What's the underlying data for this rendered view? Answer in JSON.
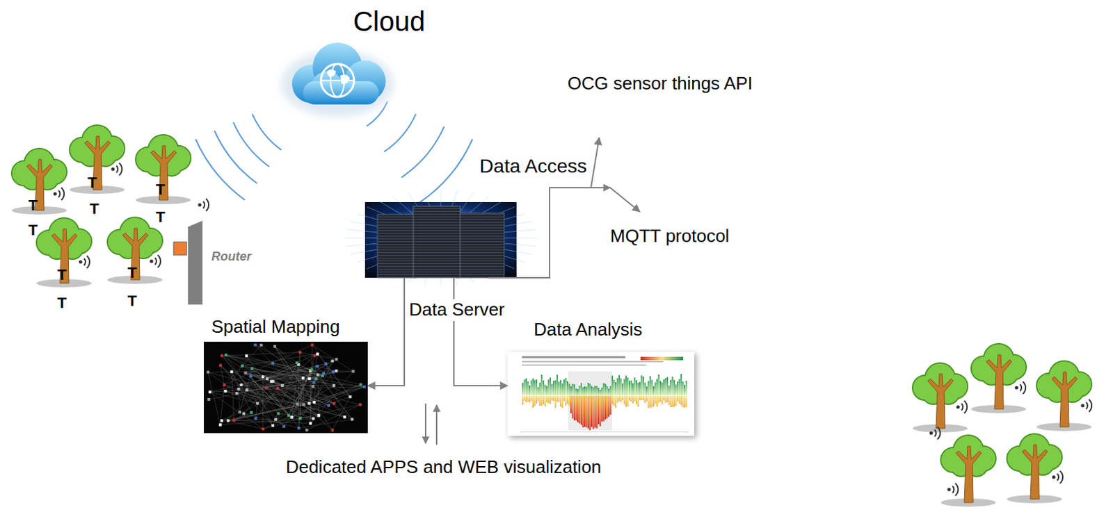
{
  "diagram": {
    "nodes": [
      {
        "text": [
          "Cloud"
        ]
      },
      {
        "text": [
          "OCG sensor things API"
        ]
      },
      {
        "text": [
          "Data Server"
        ]
      },
      {
        "text": [
          "MQTT protocol"
        ]
      },
      {
        "text": [
          "Spatial Mapping"
        ]
      },
      {
        "text": [
          "Data Analysis"
        ]
      }
    ],
    "edges": [
      {
        "from": 2,
        "to": 1,
        "arrow": "to",
        "label": "Data Access"
      },
      {
        "from": 2,
        "to": 3,
        "arrow": "to"
      },
      {
        "from": 2,
        "to": 4,
        "arrow": "to"
      },
      {
        "from": 2,
        "to": 5,
        "arrow": "to"
      }
    ],
    "labels": [
      "T",
      "T",
      "T",
      "T",
      "T",
      "T",
      "T",
      "T",
      "T",
      "T",
      "Router",
      "Dedicated APPS and WEB visualization"
    ]
  }
}
